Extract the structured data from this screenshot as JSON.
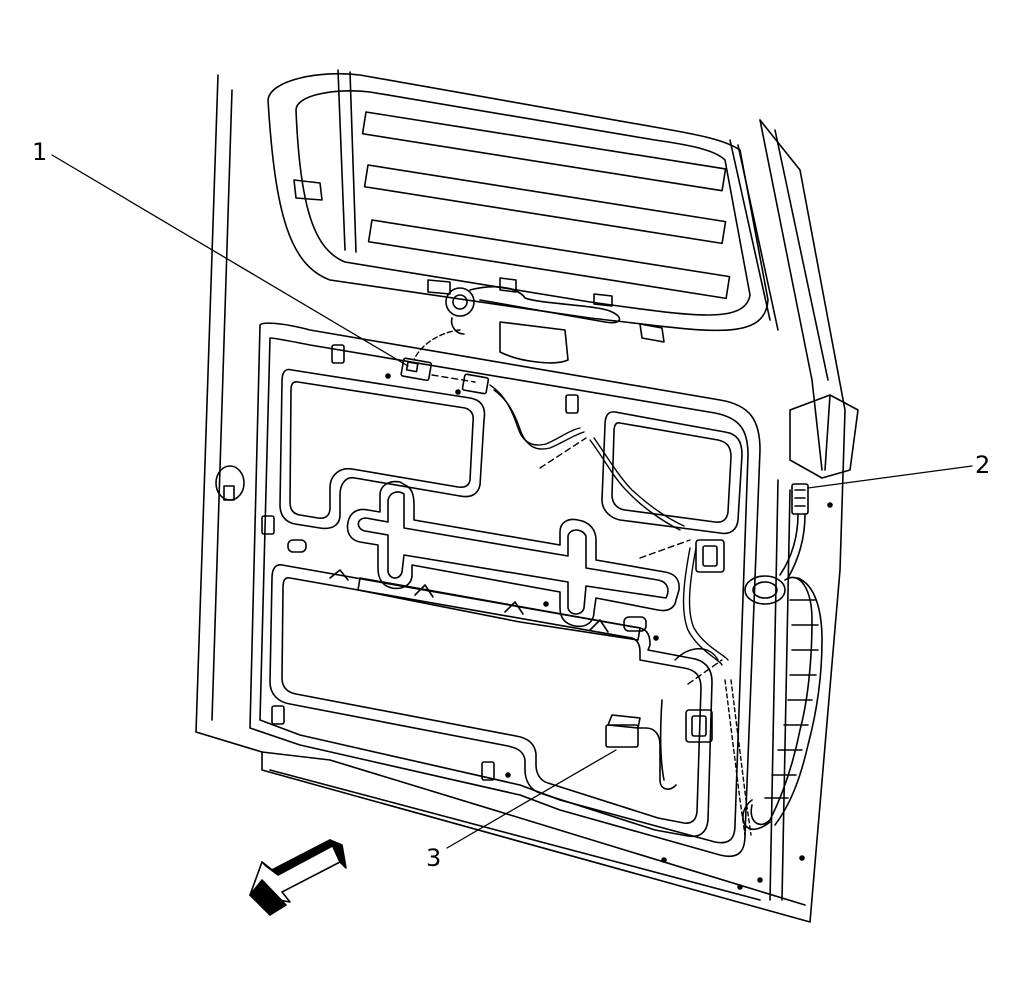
{
  "callouts": {
    "c1": "1",
    "c2": "2",
    "c3": "3"
  },
  "colors": {
    "line": "#000000",
    "background": "#ffffff",
    "arrow_fill": "#ffffff"
  }
}
